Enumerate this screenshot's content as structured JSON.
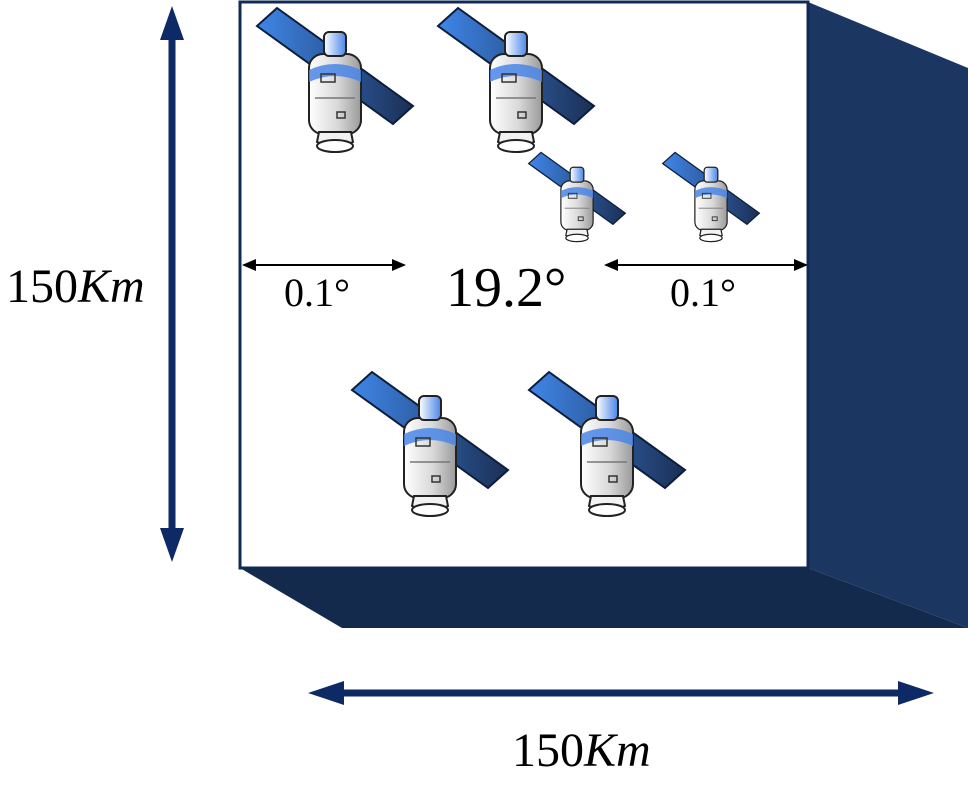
{
  "labels": {
    "vertical_distance_num": "150",
    "vertical_distance_unit": "Km",
    "horizontal_distance_num": "150",
    "horizontal_distance_unit": "Km",
    "left_gap": "0.1°",
    "right_gap": "0.1°",
    "center_angle": "19.2°"
  },
  "colors": {
    "box_fill": "#ffffff",
    "box_stroke": "#0f2b55",
    "side_face": "#1b3660",
    "bottom_face": "#142a4c",
    "arrow": "#0d2a66",
    "panel_dark": "#1f4da3",
    "panel_light": "#3b7be0",
    "body_light": "#e6e6e6",
    "body_blue": "#4a86e8"
  },
  "satellites": {
    "count": 6,
    "icon": "satellite-icon"
  }
}
